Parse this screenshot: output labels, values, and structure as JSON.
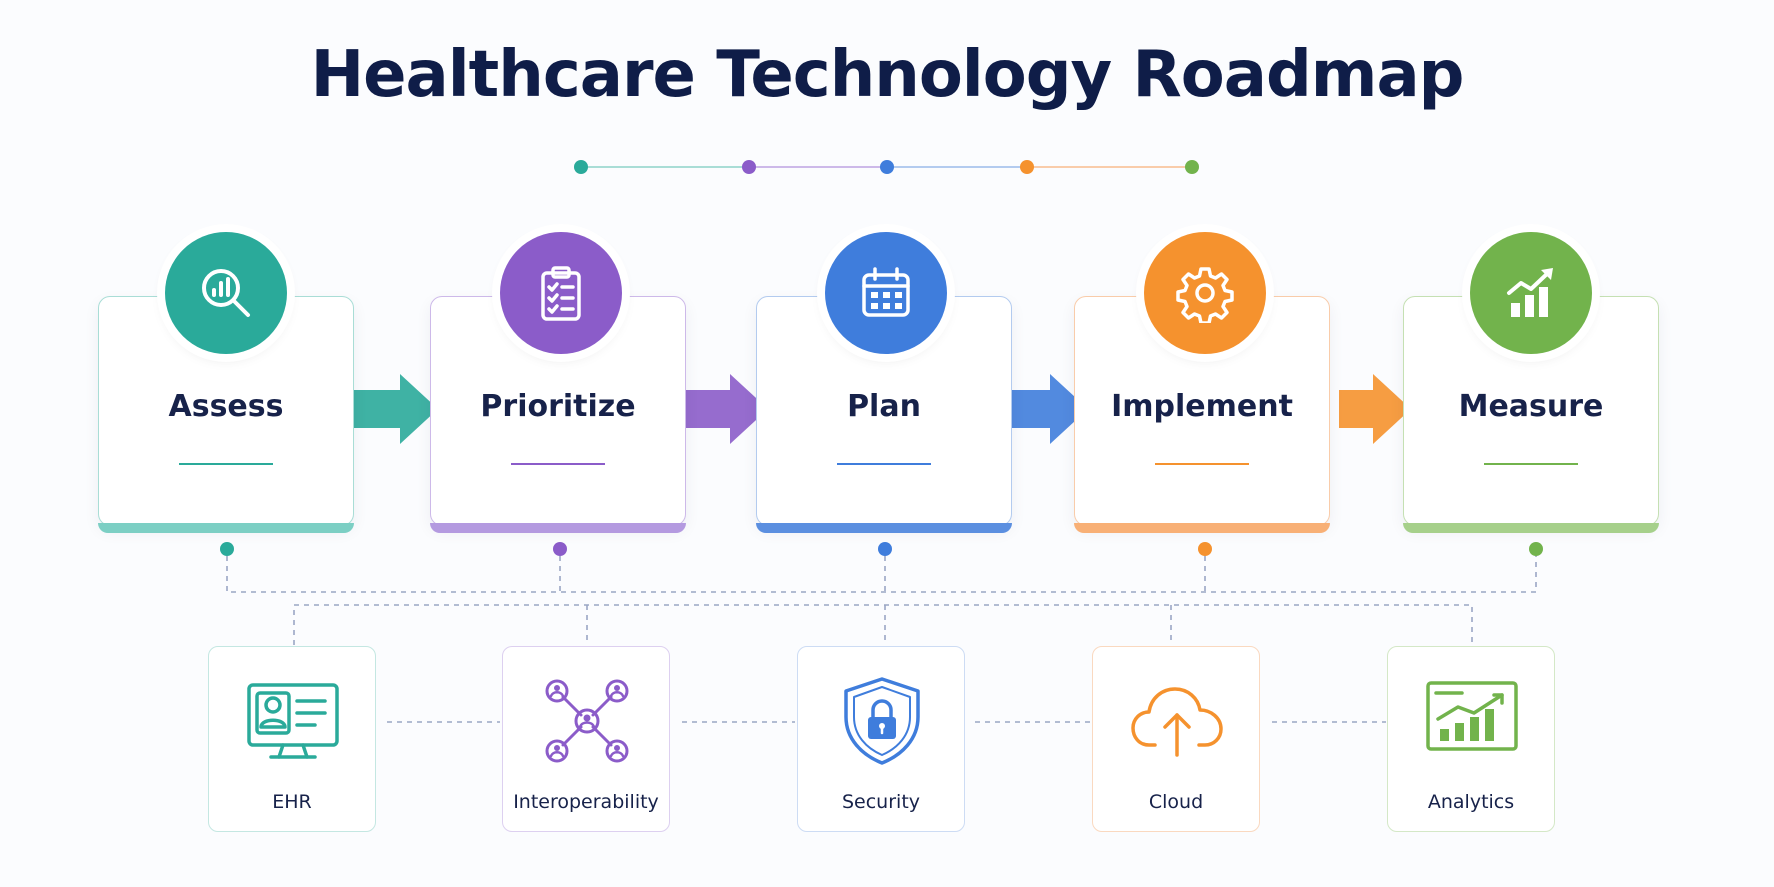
{
  "title": "Healthcare Technology Roadmap",
  "colors": {
    "teal": "#2aaa9a",
    "purple": "#8b5cc9",
    "blue": "#3f7ddc",
    "orange": "#f5922e",
    "green": "#72b34c",
    "dark_text": "#17224a"
  },
  "stages": [
    {
      "label": "Assess",
      "icon": "magnifier-chart-icon",
      "color": "#2aaa9a",
      "light": "#a9ddd6"
    },
    {
      "label": "Prioritize",
      "icon": "clipboard-checklist-icon",
      "color": "#8b5cc9",
      "light": "#cdb9e9"
    },
    {
      "label": "Plan",
      "icon": "calendar-icon",
      "color": "#3f7ddc",
      "light": "#b3cbef"
    },
    {
      "label": "Implement",
      "icon": "gear-icon",
      "color": "#f5922e",
      "light": "#f9ccaa"
    },
    {
      "label": "Measure",
      "icon": "growth-chart-icon",
      "color": "#72b34c",
      "light": "#c5e0b3"
    }
  ],
  "technologies": [
    {
      "label": "EHR",
      "icon": "ehr-monitor-icon",
      "color": "#2aaa9a"
    },
    {
      "label": "Interoperability",
      "icon": "network-people-icon",
      "color": "#8b5cc9"
    },
    {
      "label": "Security",
      "icon": "shield-lock-icon",
      "color": "#3f7ddc"
    },
    {
      "label": "Cloud",
      "icon": "cloud-upload-icon",
      "color": "#f5922e"
    },
    {
      "label": "Analytics",
      "icon": "analytics-screen-icon",
      "color": "#72b34c"
    }
  ]
}
